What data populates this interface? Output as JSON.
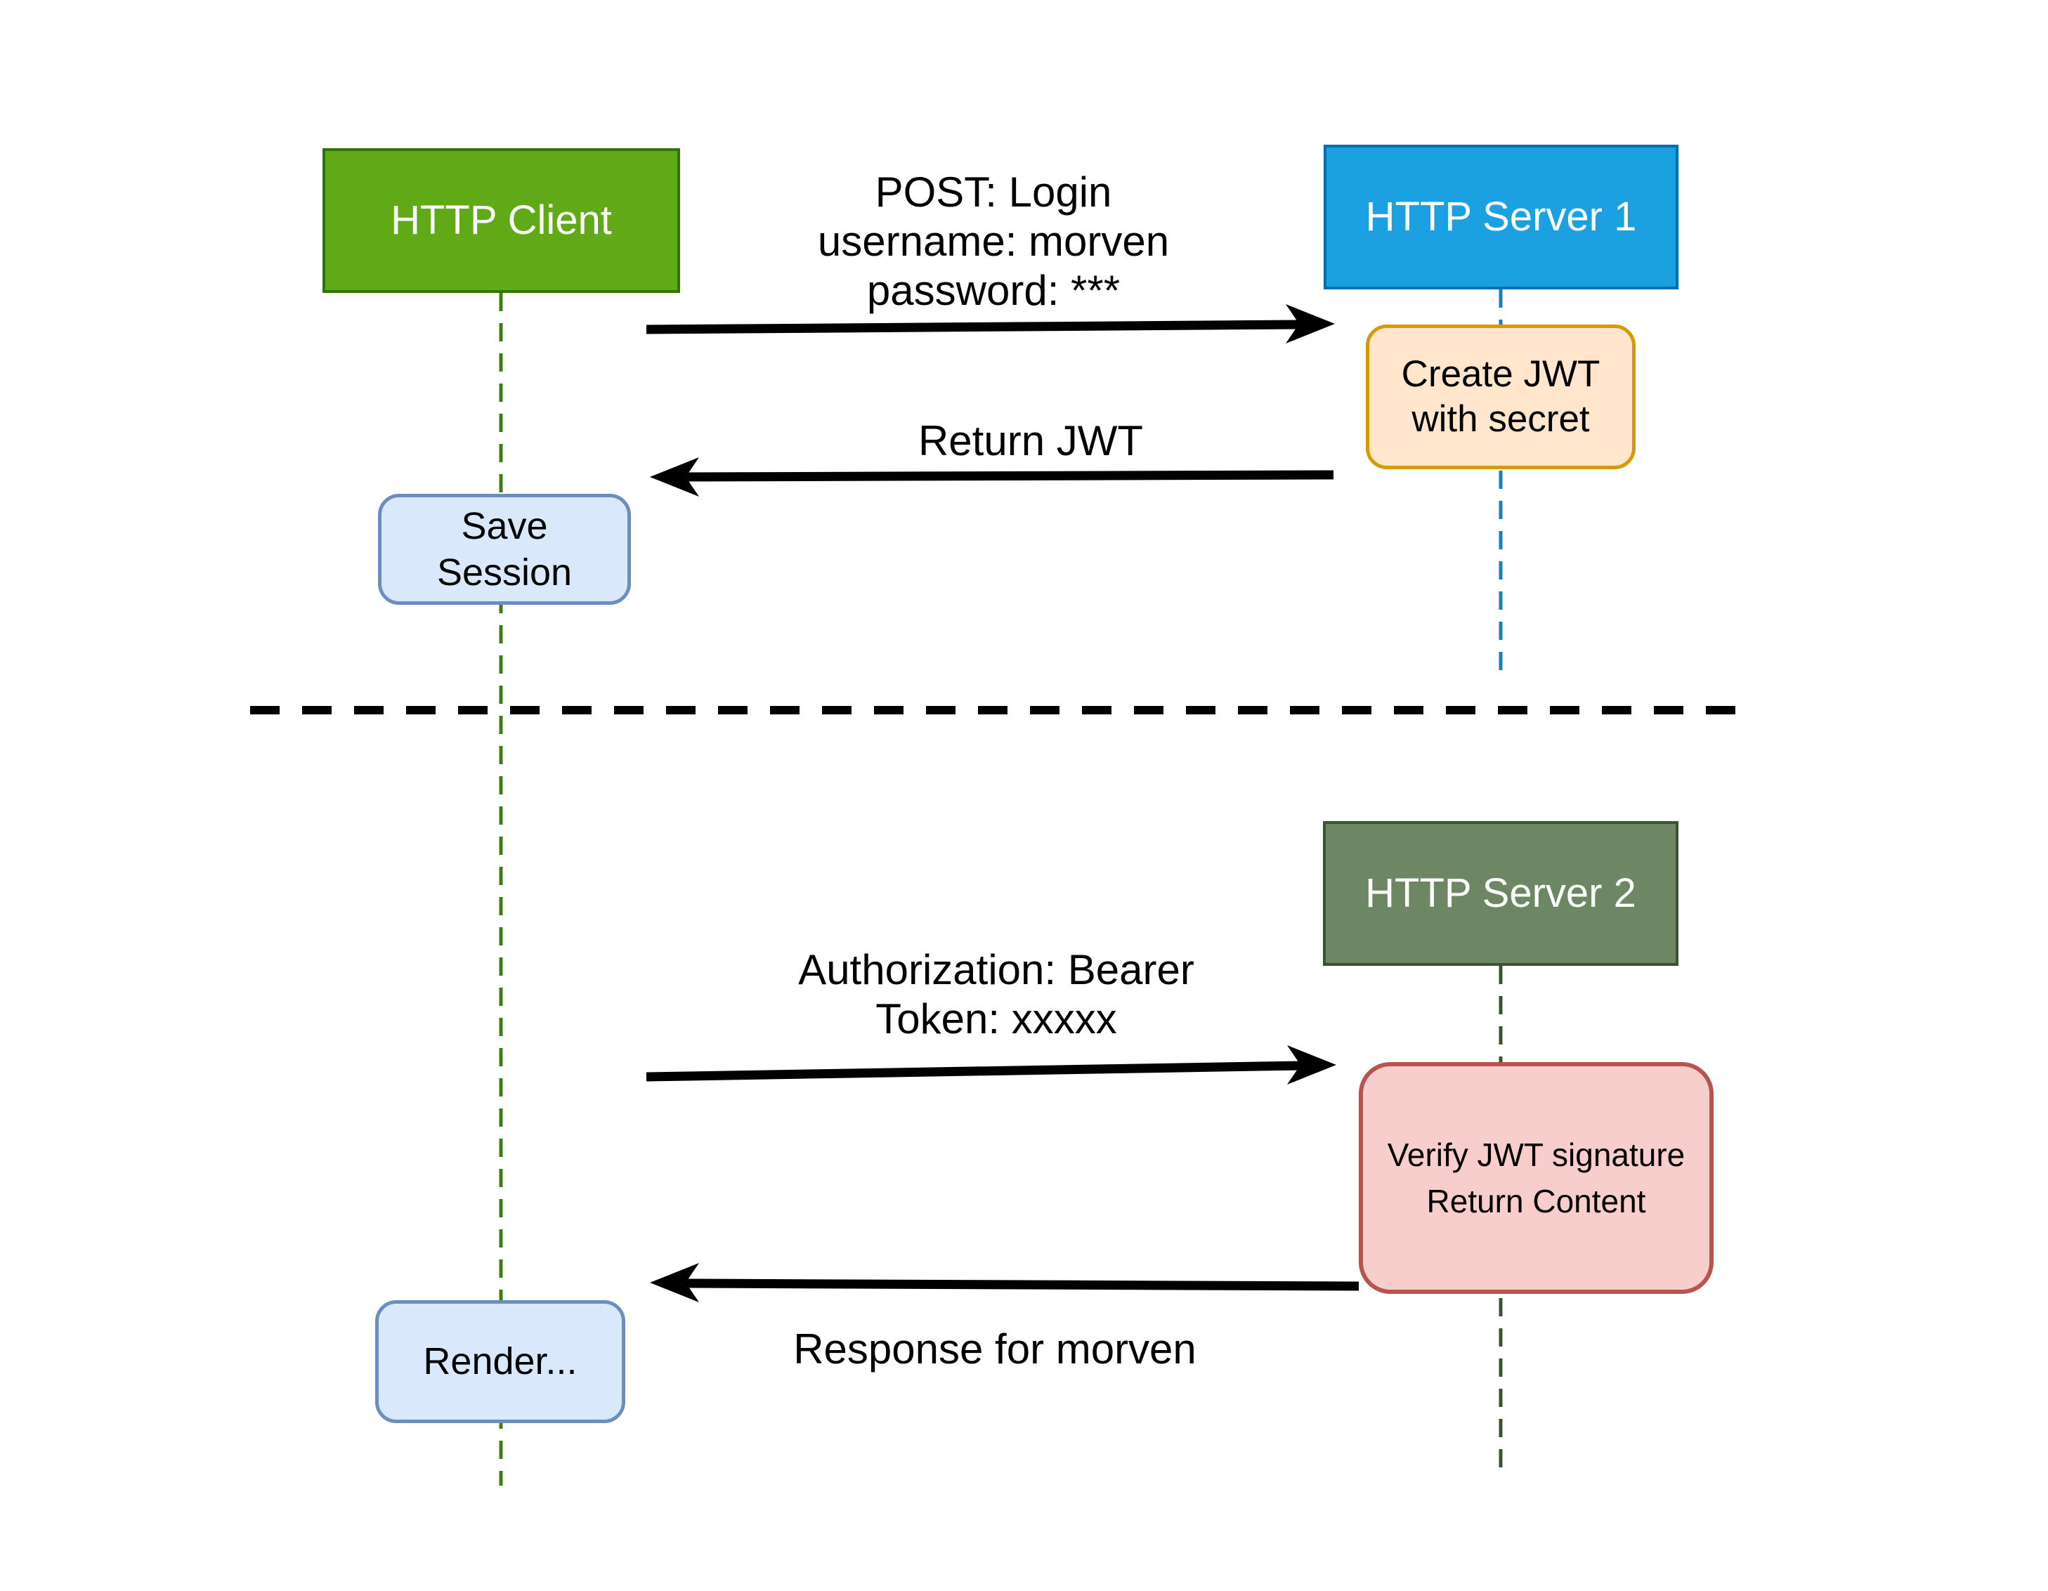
{
  "actors": {
    "client": {
      "label": "HTTP Client"
    },
    "server1": {
      "label": "HTTP Server 1"
    },
    "server2": {
      "label": "HTTP Server 2"
    }
  },
  "messages": {
    "login": {
      "line1": "POST: Login",
      "line2": "username: morven",
      "line3": "password: ***"
    },
    "return_jwt": {
      "label": "Return JWT"
    },
    "auth": {
      "line1": "Authorization: Bearer",
      "line2": "Token: xxxxx"
    },
    "response": {
      "label": "Response for morven"
    }
  },
  "activities": {
    "create_jwt": {
      "line1": "Create JWT",
      "line2": "with secret"
    },
    "save_session": {
      "line1": "Save",
      "line2": "Session"
    },
    "verify_jwt": {
      "line1": "Verify JWT signature",
      "line2": "Return Content"
    },
    "render": {
      "label": "Render..."
    }
  },
  "colors": {
    "client_fill": "#60A917",
    "client_stroke": "#2D7600",
    "server1_fill": "#1BA1E2",
    "server1_stroke": "#006EAF",
    "server2_fill": "#6D8764",
    "server2_stroke": "#3A5431",
    "note_orange_fill": "#FFE6CC",
    "note_orange_stroke": "#D79B00",
    "note_blue_fill": "#DAE8FC",
    "note_blue_stroke": "#6C8EBF",
    "note_red_fill": "#F8CECC",
    "note_red_stroke": "#B85450",
    "lifeline_client": "#3F7D14",
    "lifeline_server1": "#1E7FB0",
    "lifeline_server2": "#3A5431",
    "arrow": "#000000",
    "divider": "#000000"
  }
}
